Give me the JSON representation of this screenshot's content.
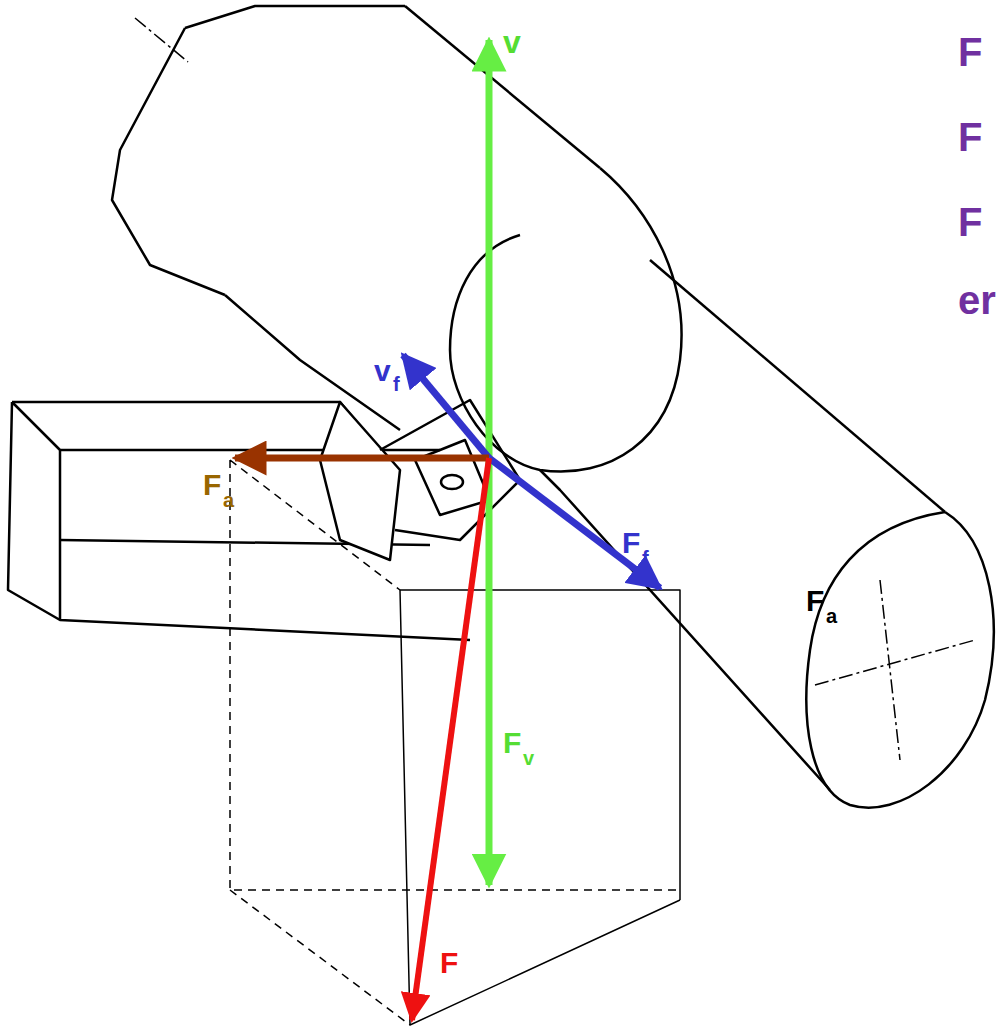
{
  "diagram": {
    "labels": [
      "F",
      "F",
      "F",
      "er",
      "v",
      "v",
      "f",
      "F",
      "a",
      "F",
      "a",
      "F",
      "f",
      "F",
      "v",
      "F"
    ]
  }
}
